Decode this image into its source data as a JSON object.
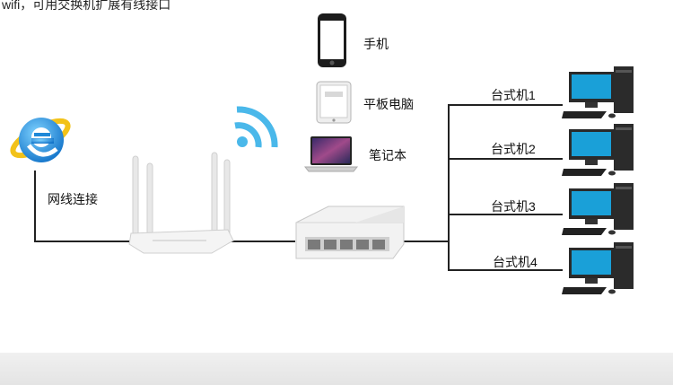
{
  "header_text": "wifi，可用交换机扩展有线接口",
  "devices": {
    "phone": "手机",
    "tablet": "平板电脑",
    "laptop": "笔记本"
  },
  "cable_label": "网线连接",
  "desktops": [
    "台式机1",
    "台式机2",
    "台式机3",
    "台式机4"
  ],
  "colors": {
    "wire": "#222222",
    "wifi": "#4ab8ea",
    "ie_blue": "#1e88d8",
    "ie_ring": "#f2c21a",
    "monitor_screen": "#1aa0d8"
  },
  "icons": [
    "ie-logo-icon",
    "wifi-signal-icon",
    "router-icon",
    "switch-icon",
    "phone-icon",
    "tablet-icon",
    "laptop-icon",
    "desktop-computer-icon"
  ]
}
